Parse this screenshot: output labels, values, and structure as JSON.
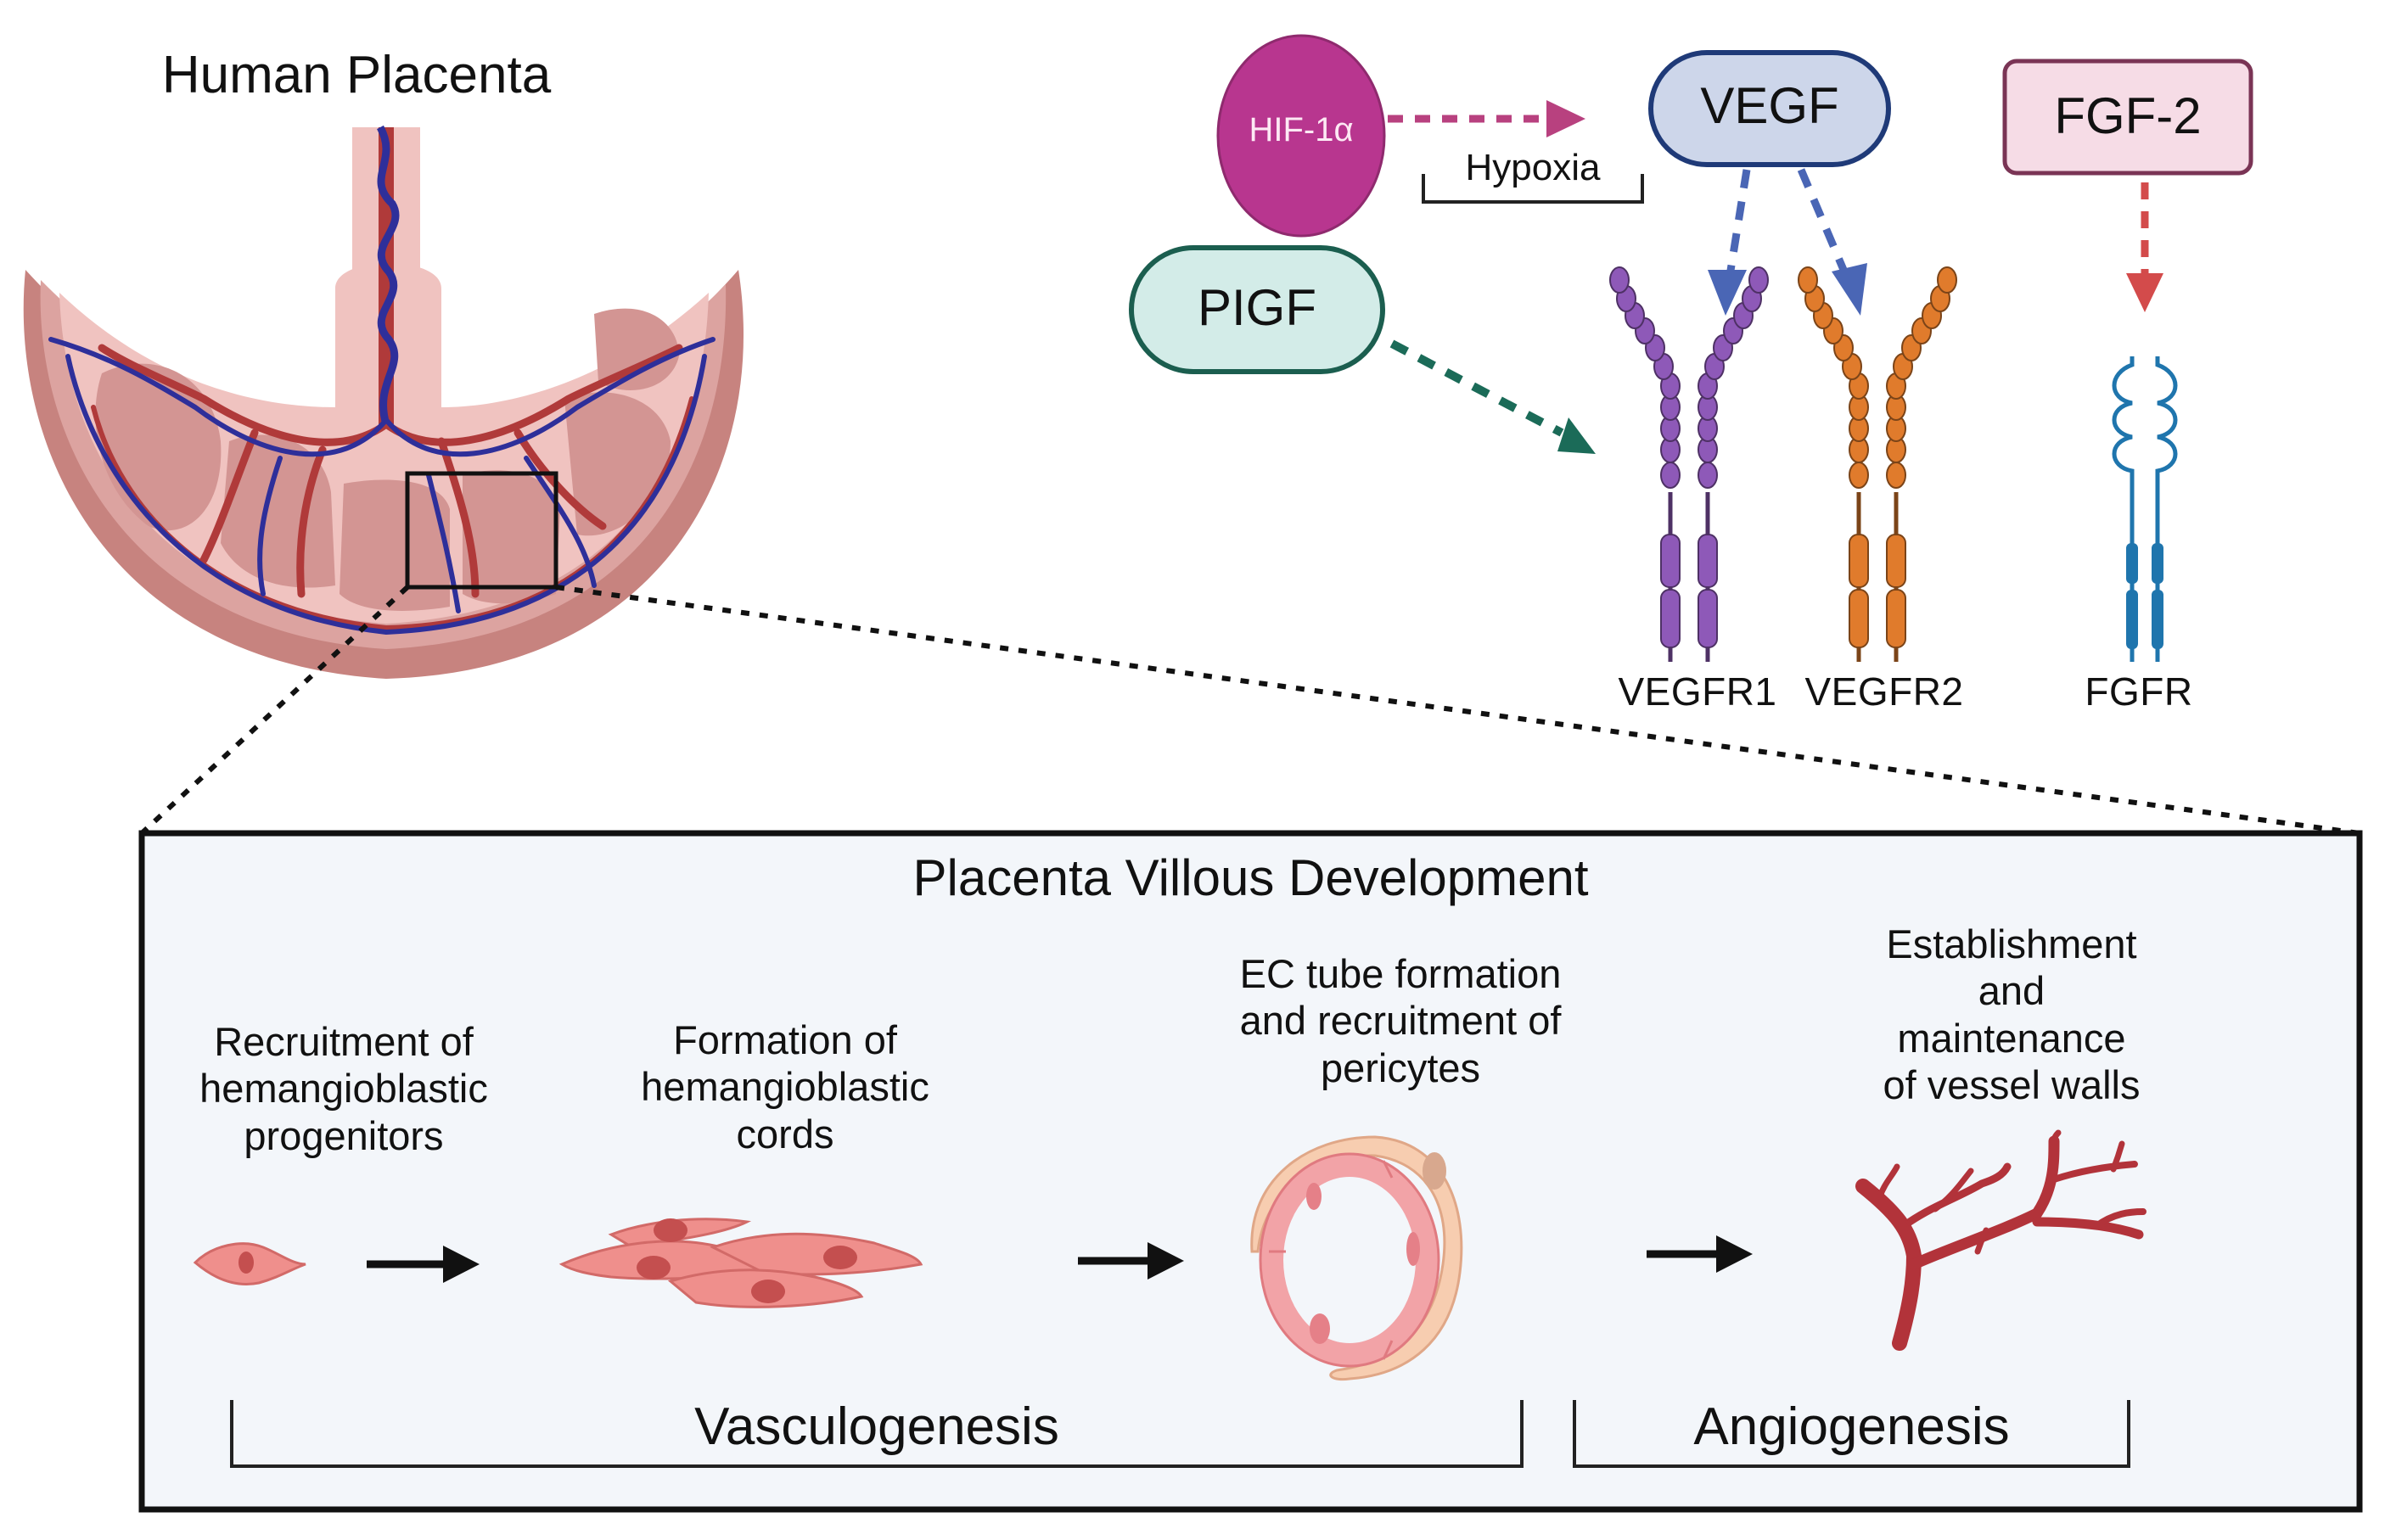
{
  "placenta": {
    "title": "Human Placenta"
  },
  "signaling": {
    "hif": {
      "label": "HIF-1α",
      "color": "#b8368f"
    },
    "hypoxia_label": "Hypoxia",
    "vegf": {
      "label": "VEGF",
      "fill": "#cdd6ea",
      "stroke": "#1f3a78"
    },
    "pigf": {
      "label": "PIGF",
      "fill": "#d3ece8",
      "stroke": "#1b5e4f"
    },
    "fgf2": {
      "label": "FGF-2",
      "fill": "#f6dce6",
      "stroke": "#7a3455"
    },
    "receptors": [
      {
        "label": "VEGFR1",
        "color": "#8e59b8"
      },
      {
        "label": "VEGFR2",
        "color": "#e07b2c"
      },
      {
        "label": "FGFR",
        "color": "#1f75ad"
      }
    ],
    "arrow_colors": {
      "hif_to_vegf": "#b8417f",
      "vegf_to_receptors": "#4a66b5",
      "pigf_to_vegfr1": "#1b6b58",
      "fgf2_to_fgfr": "#d34b4b"
    }
  },
  "panel": {
    "title": "Placenta Villous Development",
    "background": "#f3f6fa",
    "steps": [
      {
        "lines": [
          "Recruitment of",
          "hemangioblastic",
          "progenitors"
        ]
      },
      {
        "lines": [
          "Formation of",
          "hemangioblastic",
          "cords"
        ]
      },
      {
        "lines": [
          "EC tube formation",
          "and recruitment of",
          "pericytes"
        ]
      },
      {
        "lines": [
          "Establishment",
          "and",
          "maintenance",
          "of vessel walls"
        ]
      }
    ],
    "phases": [
      {
        "label": "Vasculogenesis"
      },
      {
        "label": "Angiogenesis"
      }
    ]
  }
}
